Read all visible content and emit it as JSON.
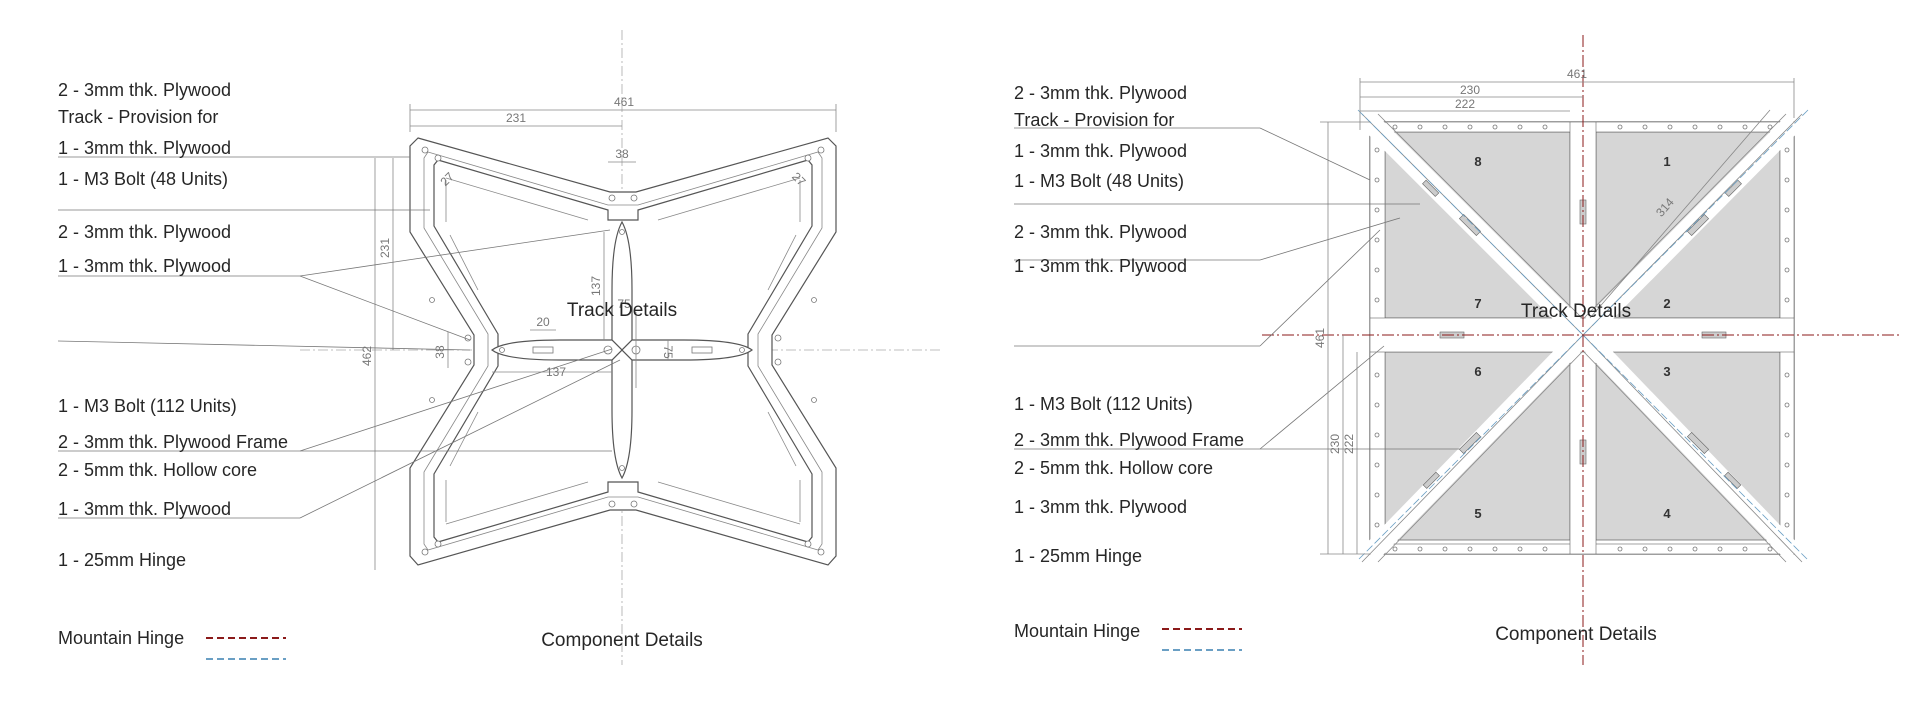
{
  "left_panel": {
    "labels": [
      "2 - 3mm thk. Plywood",
      "Track - Provision for",
      "1 - 3mm thk. Plywood",
      "1 - M3 Bolt (48 Units)",
      "2 - 3mm thk. Plywood",
      "1 - 3mm thk. Plywood",
      "1 - M3 Bolt (112 Units)",
      "2 - 3mm thk. Plywood Frame",
      "2 - 5mm thk.  Hollow core",
      "1 - 3mm thk. Plywood",
      "1 - 25mm Hinge"
    ],
    "title_track": "Track Details",
    "title_component": "Component Details",
    "legend_label": "Mountain Hinge",
    "dimensions": {
      "overall_width": "461",
      "half_width": "231",
      "top_web": "38",
      "corner_a": "27",
      "corner_b": "27",
      "left_height": "231",
      "full_height": "462",
      "spoke_len_v": "137",
      "spoke_len_h": "137",
      "hub_v": "75",
      "hub_h": "75",
      "left_web": "38",
      "slot": "20"
    }
  },
  "right_panel": {
    "labels": [
      "2 - 3mm thk. Plywood",
      "Track - Provision for",
      "1 - 3mm thk. Plywood",
      "1 - M3 Bolt (48 Units)",
      "2 - 3mm thk. Plywood",
      "1 - 3mm thk. Plywood",
      "1 - M3 Bolt (112 Units)",
      "2 - 3mm thk. Plywood Frame",
      "2 - 5mm thk.  Hollow core",
      "1 - 3mm thk. Plywood",
      "1 - 25mm Hinge"
    ],
    "title_track": "Track Details",
    "title_component": "Component Details",
    "legend_label": "Mountain Hinge",
    "dimensions": {
      "overall_width": "461",
      "half_width": "230",
      "inner_width": "222",
      "diagonal": "314",
      "full_height": "461",
      "half_height": "230",
      "inner_height": "222"
    },
    "panel_numbers": [
      "8",
      "1",
      "7",
      "2",
      "6",
      "3",
      "5",
      "4"
    ]
  },
  "colors": {
    "mountain_hinge": "#8b1a1a",
    "valley_hinge": "#6a9fc4",
    "panel_fill": "#d6d6d6",
    "line": "#555555"
  }
}
